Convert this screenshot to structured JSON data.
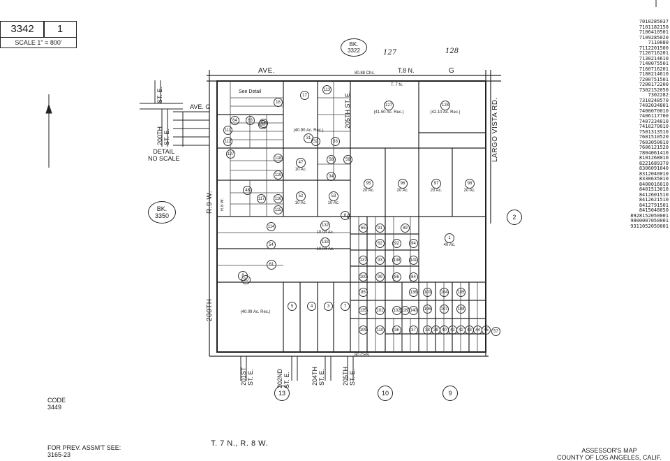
{
  "header": {
    "book_number": "3342",
    "page_number": "1",
    "scale": "SCALE 1\" = 800'"
  },
  "adjacent_books": {
    "north": {
      "line1": "BK.",
      "line2": "3322"
    },
    "west": {
      "line1": "BK.",
      "line2": "3350"
    }
  },
  "adjacent_pages": {
    "east": "2",
    "south": [
      "13",
      "10",
      "9"
    ]
  },
  "handwritten_notes": [
    "127",
    "128"
  ],
  "streets": {
    "top": "AVE.",
    "township_top": "T.8 N.",
    "top_right": "G",
    "east": "LARGO VISTA RD.",
    "west_upper": "R.9 W.",
    "west_lower": "200TH",
    "detail_street": "200TH ST. E.",
    "detail_ave": "AVE. G",
    "center_street": "205TH ST. E.",
    "range_inner": "R.8 W.",
    "bottom_201": "201ST ST. E.",
    "bottom_202": "202ND ST. E.",
    "bottom_204": "204TH ST. E.",
    "bottom_205": "205TH ST. E.",
    "bottom_chains": "80 CHS.",
    "top_chains": "80.88 Chs.",
    "section": "6",
    "t7n": "T. 7 N."
  },
  "detail": {
    "line1": "DETAIL",
    "line2": "NO SCALE"
  },
  "detail_note": "See Detail",
  "parcels_large": [
    {
      "no": "127",
      "area": "(41.50 Ac. Rec.)"
    },
    {
      "no": "128",
      "area": "(42.10 Ac. Rec.)"
    },
    {
      "no": "1",
      "area": "40 Ac."
    },
    {
      "no": "95",
      "area": "20 Ac."
    },
    {
      "no": "96",
      "area": "20 Ac."
    },
    {
      "no": "97",
      "area": "20 Ac."
    },
    {
      "no": "98",
      "area": "20 Ac."
    },
    {
      "no": "52",
      "area": "10 Ac."
    },
    {
      "no": "53",
      "area": "10 Ac."
    },
    {
      "no": "47",
      "area": "10 Ac."
    },
    {
      "no": "31",
      "area": "(40.90 Ac. Rec.)"
    },
    {
      "no": "132",
      "area": "10.04 Ac."
    },
    {
      "no": "133",
      "area": "10.04 Ac."
    },
    {
      "no": "8",
      "area": ""
    },
    {
      "no": "61",
      "area": ""
    }
  ],
  "parcel_small_numbers": [
    "16",
    "17",
    "113",
    "64",
    "63",
    "112",
    "111",
    "55",
    "32",
    "33",
    "58",
    "59",
    "34",
    "127",
    "118",
    "119",
    "48",
    "117",
    "116",
    "115",
    "114",
    "54",
    "60",
    "6",
    "5",
    "4",
    "3",
    "7",
    "90",
    "91",
    "89",
    "65",
    "62",
    "92",
    "94",
    "137",
    "93",
    "138",
    "100",
    "99",
    "86",
    "84",
    "85",
    "135",
    "101",
    "102",
    "103",
    "104",
    "105",
    "106",
    "107",
    "108",
    "109",
    "110",
    "36",
    "37",
    "38",
    "39",
    "40",
    "41",
    "42",
    "43",
    "44",
    "45",
    "57",
    "136",
    "139",
    "140",
    "141"
  ],
  "code": {
    "label": "CODE",
    "value": "3449"
  },
  "bottom_left": {
    "line1": "FOR PREV. ASSM'T SEE:",
    "line2": "3165-23"
  },
  "bottom_center": "T. 7 N., R. 8 W.",
  "bottom_right": {
    "line1": "ASSESSOR'S MAP",
    "line2": "COUNTY OF LOS ANGELES, CALIF."
  },
  "right_margin_numbers": [
    "7010285037",
    "7101182150",
    "7106410501",
    "7109285020",
    "7110080",
    "7112201500",
    "7120716201",
    "7130214610",
    "7140075501",
    "7160716201",
    "7180214610",
    "7200751501",
    "7208172200",
    "7302152050",
    "7302282",
    "7310248570",
    "7402034801",
    "7400070010",
    "7406117700",
    "7407234010",
    "7410270010",
    "7501313510",
    "7601510520",
    "7603050010",
    "7606121520",
    "7804061410",
    "8101268010",
    "8221689370",
    "8306091040",
    "8312040010",
    "8330635010",
    "8400016010",
    "8401513010",
    "8412601510",
    "8412621510",
    "8412791501",
    "8415048050",
    "8928152050001",
    "9000007050001",
    "9311052050001"
  ]
}
